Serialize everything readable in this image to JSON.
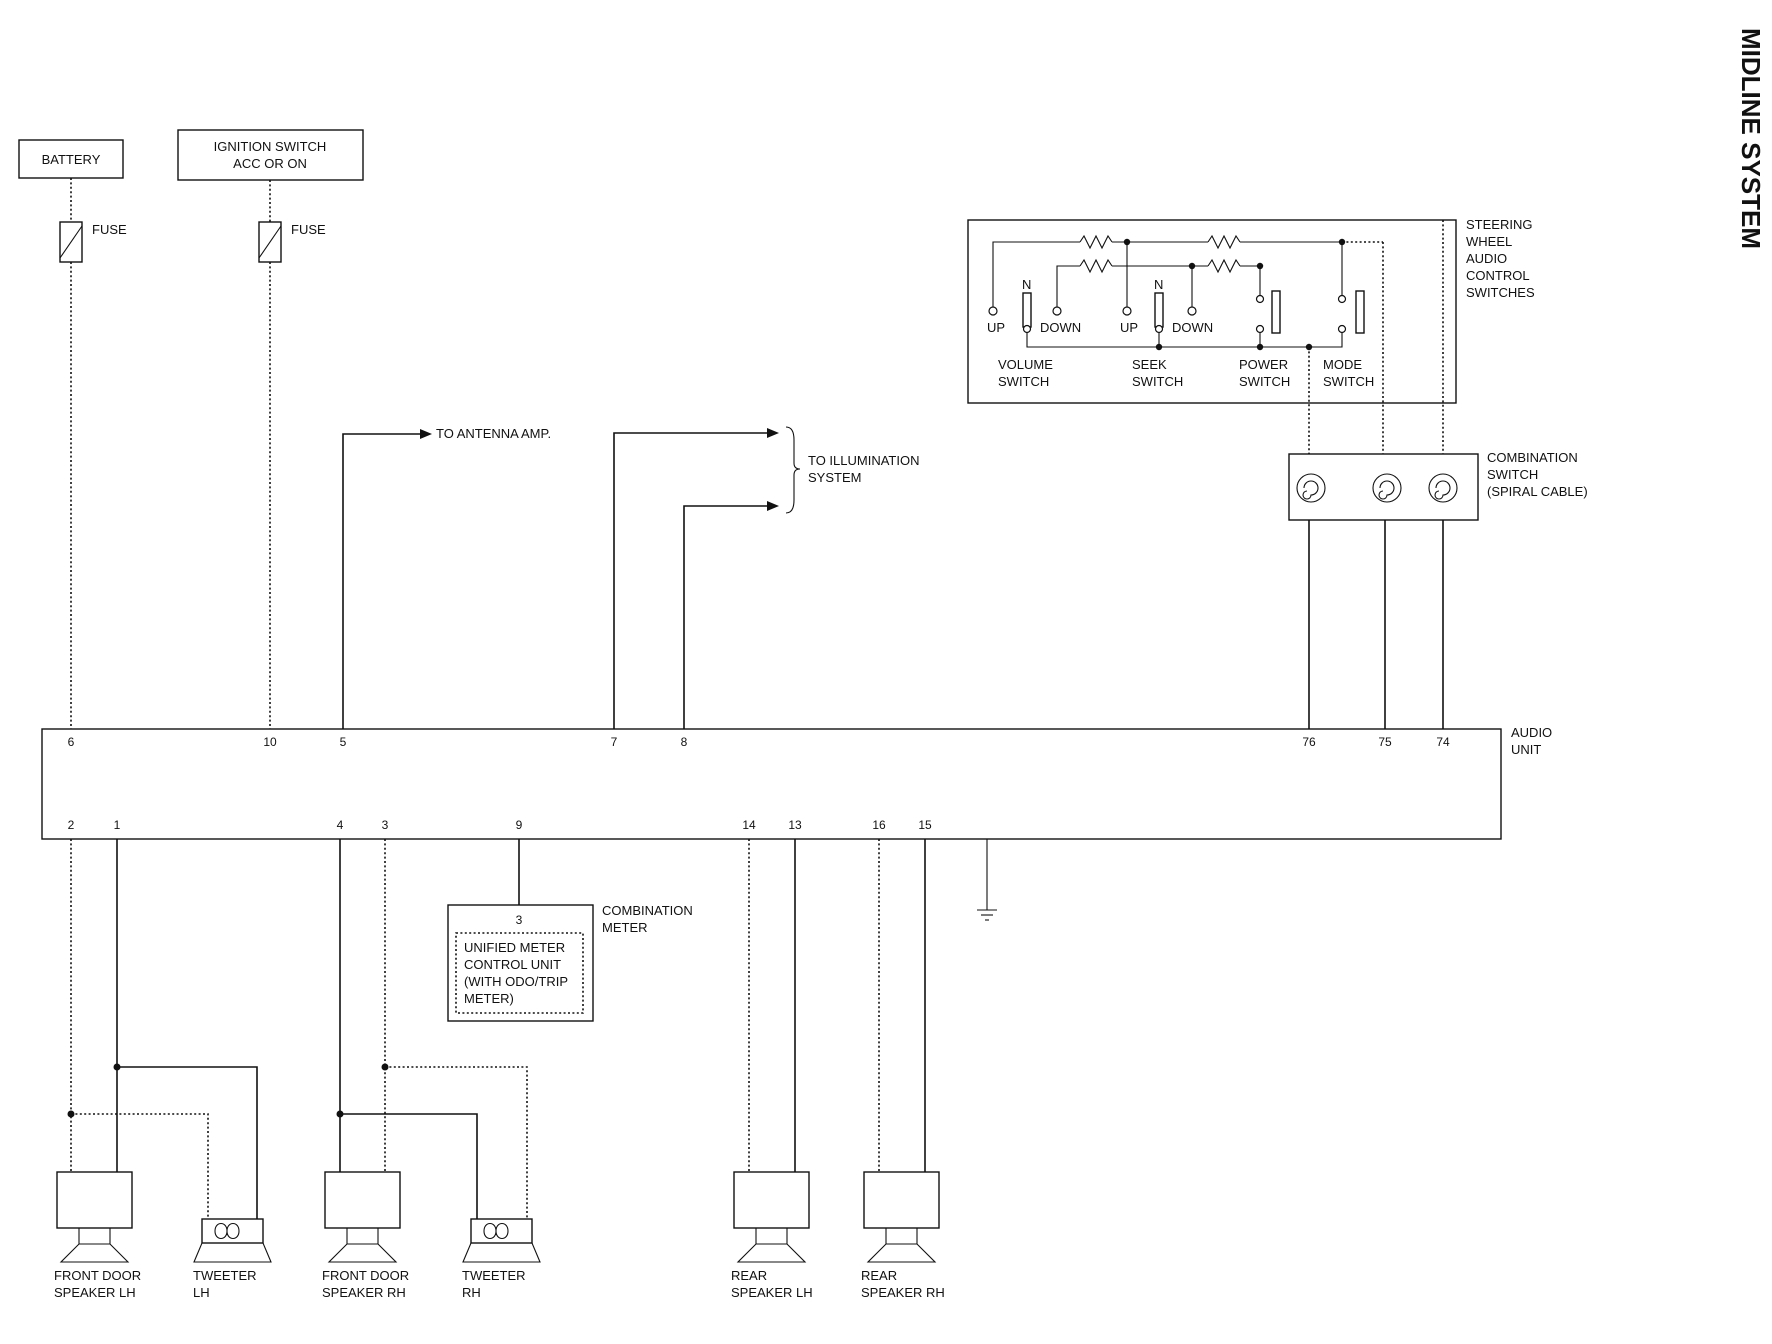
{
  "side_title": "MIDLINE SYSTEM",
  "sources": {
    "battery": "BATTERY",
    "ignition_line1": "IGNITION SWITCH",
    "ignition_line2": "ACC OR ON",
    "fuse": "FUSE"
  },
  "outputs": {
    "antenna": "TO ANTENNA AMP.",
    "illumination_line1": "TO ILLUMINATION",
    "illumination_line2": "SYSTEM"
  },
  "steering": {
    "title": [
      "STEERING",
      "WHEEL",
      "AUDIO",
      "CONTROL",
      "SWITCHES"
    ],
    "n_label": "N",
    "up": "UP",
    "down": "DOWN",
    "volume": [
      "VOLUME",
      "SWITCH"
    ],
    "seek": [
      "SEEK",
      "SWITCH"
    ],
    "power": [
      "POWER",
      "SWITCH"
    ],
    "mode": [
      "MODE",
      "SWITCH"
    ]
  },
  "combination_switch": [
    "COMBINATION",
    "SWITCH",
    "(SPIRAL CABLE)"
  ],
  "audio_unit": {
    "label": [
      "AUDIO",
      "UNIT"
    ],
    "top_pins": [
      "6",
      "10",
      "5",
      "7",
      "8",
      "76",
      "75",
      "74"
    ],
    "bottom_pins": [
      "2",
      "1",
      "4",
      "3",
      "9",
      "14",
      "13",
      "16",
      "15"
    ]
  },
  "combination_meter": {
    "label": [
      "COMBINATION",
      "METER"
    ],
    "pin": "3",
    "unit": [
      "UNIFIED METER",
      "CONTROL UNIT",
      "(WITH ODO/TRIP",
      "METER)"
    ]
  },
  "speakers": {
    "front_lh": [
      "FRONT DOOR",
      "SPEAKER LH"
    ],
    "tweeter_lh": [
      "TWEETER",
      "LH"
    ],
    "front_rh": [
      "FRONT DOOR",
      "SPEAKER RH"
    ],
    "tweeter_rh": [
      "TWEETER",
      "RH"
    ],
    "rear_lh": [
      "REAR",
      "SPEAKER LH"
    ],
    "rear_rh": [
      "REAR",
      "SPEAKER RH"
    ]
  }
}
